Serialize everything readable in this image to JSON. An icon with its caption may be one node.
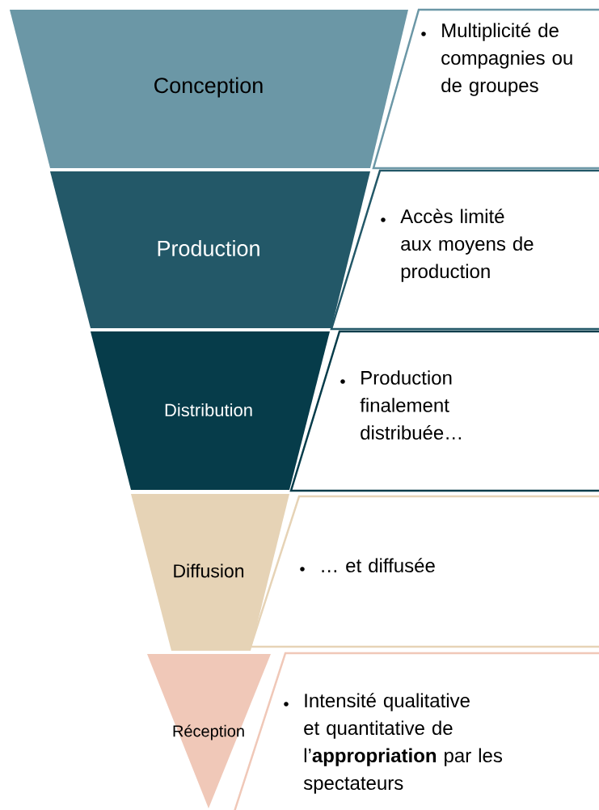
{
  "diagram": {
    "nodes": [
      {
        "text": [
          "Conception"
        ]
      },
      {
        "text": [
          "Production"
        ]
      },
      {
        "text": [
          "Distribution"
        ]
      },
      {
        "text": [
          "Diffusion"
        ]
      },
      {
        "text": [
          "Réception"
        ]
      },
      {
        "text": [
          "Multiplicité de compagnies ou de groupes"
        ]
      },
      {
        "text": [
          "Accès limité aux moyens de production"
        ]
      },
      {
        "text": [
          "Production finalement distribuée…"
        ]
      },
      {
        "text": [
          "… et diffusée"
        ]
      },
      {
        "text": [
          "Intensité qualitative et quantitative de l’**appropriation** par les spectateurs"
        ]
      }
    ]
  }
}
